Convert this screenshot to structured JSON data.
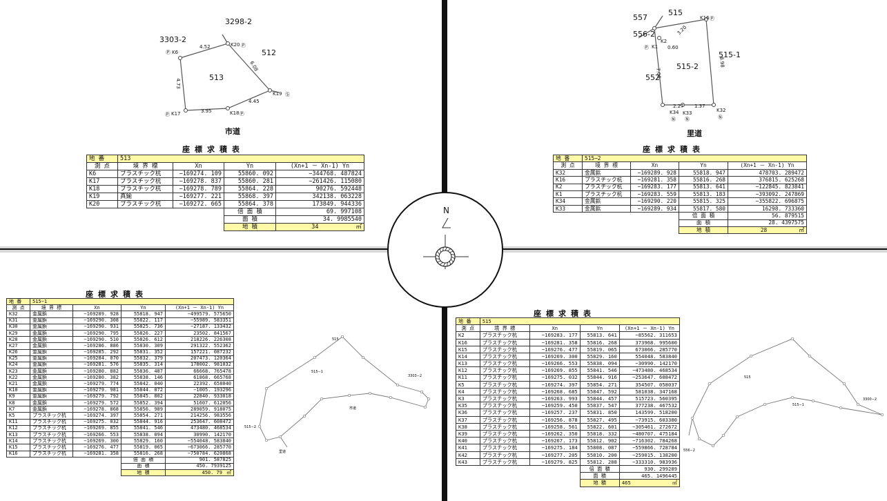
{
  "tl": {
    "labels": {
      "p3298": "3298-2",
      "p3303": "3303-2",
      "p512": "512",
      "p513": "513",
      "road": "市道"
    },
    "points": {
      "K6": "K6",
      "K20": "K20",
      "K19": "K19",
      "K18": "K18",
      "K17": "K17"
    },
    "marks": {
      "P": "Ⓟ",
      "S": "Ⓢ"
    },
    "dims": {
      "d1": "4.52",
      "d2": "6.08",
      "d3": "4.45",
      "d4": "3.95",
      "d5": "4.73"
    },
    "title": "座標求積表",
    "table": {
      "lot_label": "地 番",
      "lot": "513",
      "headers": [
        "測 点",
        "境 界 標",
        "Xn",
        "Yn",
        "(Xn+1 － Xn-1) Yn"
      ],
      "rows": [
        [
          "K6",
          "プラスチック杭",
          "−169274. 109",
          "55860. 092",
          "−344768. 487824"
        ],
        [
          "K17",
          "プラスチック杭",
          "−169278. 837",
          "55860. 281",
          "−261426. 115080"
        ],
        [
          "K18",
          "プラスチック杭",
          "−169278. 789",
          "55864. 228",
          "90276. 592448"
        ],
        [
          "K19",
          "真鍮",
          "−169277. 221",
          "55868. 397",
          "342138. 063228"
        ],
        [
          "K20",
          "プラスチック杭",
          "−169272. 665",
          "55864. 378",
          "173849. 944336"
        ]
      ],
      "double_label": "倍 面 積",
      "double": "69. 997108",
      "area_label": "面 積",
      "area": "34. 9985540",
      "chiseki_label": "地 積",
      "chiseki": "34",
      "unit": "㎡"
    }
  },
  "tr": {
    "labels": {
      "p557": "557",
      "p515": "515",
      "p556": "556-2",
      "p515_1": "515-1",
      "p515_2": "515-2",
      "p552": "552",
      "road": "里道"
    },
    "points": {
      "K16": "K16",
      "K2": "K2",
      "K1": "K1",
      "K34": "K34",
      "K33": "K33",
      "K32": "K32"
    },
    "marks": {
      "P": "Ⓟ",
      "N": "Ⓝ"
    },
    "dims": {
      "d1": "3.20",
      "d2": "0.60",
      "d3": "8.98",
      "d4": "7.00",
      "d5": "2.27",
      "d6": "1.37"
    },
    "title": "座標求積表",
    "table": {
      "lot_label": "地 番",
      "lot": "515−2",
      "headers": [
        "測 点",
        "境 界 標",
        "Xn",
        "Yn",
        "(Xn+1 － Xn-1) Yn"
      ],
      "rows": [
        [
          "K32",
          "金属鋲",
          "−169289. 928",
          "55818. 947",
          "478703. 289472"
        ],
        [
          "K16",
          "プラスチック杭",
          "−169281. 358",
          "55816. 268",
          "376815. 625268"
        ],
        [
          "K2",
          "プラスチック杭",
          "−169283. 177",
          "55813. 641",
          "−122845. 823841"
        ],
        [
          "K1",
          "プラスチック杭",
          "−169283. 559",
          "55813. 183",
          "−393092. 247869"
        ],
        [
          "K34",
          "金属鋲",
          "−169290. 220",
          "55815. 325",
          "−355822. 696875"
        ],
        [
          "K33",
          "金属鋲",
          "−169289. 934",
          "55817. 580",
          "16298. 733360"
        ]
      ],
      "double_label": "倍 面 積",
      "double": "56. 879515",
      "area_label": "面 積",
      "area": "28. 4397575",
      "chiseki_label": "地 積",
      "chiseki": "28",
      "unit": "㎡"
    }
  },
  "compass": {
    "north": "N"
  },
  "bl": {
    "title": "座標求積表",
    "table": {
      "lot_label": "地 番",
      "lot": "515−1",
      "headers": [
        "測 点",
        "境 界 標",
        "Xn",
        "Yn",
        "(Xn+1 － Xn-1) Yn"
      ],
      "rows": [
        [
          "K32",
          "金属鋲",
          "−169289. 928",
          "55818. 947",
          "−499579. 575650"
        ],
        [
          "K31",
          "金属鋲",
          "−169290. 308",
          "55822. 117",
          "−55989. 583351"
        ],
        [
          "K30",
          "金属鋲",
          "−169290. 931",
          "55825. 736",
          "−27187. 133432"
        ],
        [
          "K29",
          "金属鋲",
          "−169290. 795",
          "55826. 227",
          "23502. 841567"
        ],
        [
          "K28",
          "金属鋲",
          "−169290. 510",
          "55826. 612",
          "218226. 226308"
        ],
        [
          "K27",
          "金属鋲",
          "−169286. 886",
          "55830. 309",
          "291322. 552362"
        ],
        [
          "K26",
          "金属鋲",
          "−169285. 292",
          "55831. 352",
          "157221. 087232"
        ],
        [
          "K25",
          "金属鋲",
          "−169284. 070",
          "55832. 379",
          "207473. 120364"
        ],
        [
          "K24",
          "金属鋲",
          "−169281. 576",
          "55835. 314",
          "178002. 981032"
        ],
        [
          "K23",
          "金属鋲",
          "−169280. 882",
          "55836. 487",
          "66668. 765478"
        ],
        [
          "K22",
          "金属鋲",
          "−169280. 382",
          "55838. 146",
          "61868. 665768"
        ],
        [
          "K21",
          "金属鋲",
          "−169279. 774",
          "55842. 040",
          "22392. 658040"
        ],
        [
          "K10",
          "金属鋲",
          "−169279. 981",
          "55844. 072",
          "−1005. 193296"
        ],
        [
          "K9",
          "金属鋲",
          "−169279. 792",
          "55845. 802",
          "22840. 933018"
        ],
        [
          "K8",
          "金属鋲",
          "−169279. 572",
          "55852. 394",
          "51607. 612056"
        ],
        [
          "K7",
          "金属鋲",
          "−169278. 868",
          "55856. 989",
          "289059. 918075"
        ],
        [
          "K5",
          "プラスチック杭",
          "−169274. 397",
          "55854. 271",
          "214256. 983556"
        ],
        [
          "K11",
          "プラスチック杭",
          "−169275. 032",
          "55844. 916",
          "253647. 608472"
        ],
        [
          "K12",
          "プラスチック杭",
          "−169269. 855",
          "55841. 546",
          "473480. 468534"
        ],
        [
          "K13",
          "プラスチック杭",
          "−169266. 553",
          "55838. 094",
          "30990. 142170"
        ],
        [
          "K14",
          "プラスチック杭",
          "−169269. 300",
          "55829. 160",
          "−554048. 583840"
        ],
        [
          "K15",
          "プラスチック杭",
          "−169276. 477",
          "55819. 065",
          "−673066. 285770"
        ],
        [
          "K16",
          "プラスチック杭",
          "−169281. 358",
          "55816. 268",
          "−750784. 620868"
        ]
      ],
      "double_label": "倍 面 積",
      "double": "901. 587825",
      "area_label": "面 積",
      "area": "450. 7939125",
      "chiseki_label": "地 積",
      "chiseki": "450. 79",
      "unit": "㎡"
    },
    "sketch": {
      "lot": "515−1",
      "a": "515",
      "b": "3303−2",
      "road": "市道",
      "c": "515−2",
      "d": "里道"
    }
  },
  "br": {
    "title": "座標求積表",
    "table": {
      "lot_label": "地 番",
      "lot": "515",
      "headers": [
        "測 点",
        "境 界 標",
        "Xn",
        "Yn",
        "(Xn+1 － Xn-1) Yn"
      ],
      "rows": [
        [
          "K2",
          "プラスチック杭",
          "−169283. 177",
          "55813. 641",
          "−85562. 311653"
        ],
        [
          "K16",
          "プラスチック杭",
          "−169281. 358",
          "55816. 268",
          "373968. 995600"
        ],
        [
          "K15",
          "プラスチック杭",
          "−169276. 477",
          "55819. 065",
          "673066. 285770"
        ],
        [
          "K14",
          "プラスチック杭",
          "−169269. 300",
          "55829. 160",
          "554048. 583840"
        ],
        [
          "K13",
          "プラスチック杭",
          "−169266. 553",
          "55838. 094",
          "−30990. 142170"
        ],
        [
          "K12",
          "プラスチック杭",
          "−169269. 855",
          "55841. 546",
          "−473480. 468534"
        ],
        [
          "K11",
          "プラスチック杭",
          "−169275. 032",
          "55844. 916",
          "−253647. 608472"
        ],
        [
          "K5",
          "プラスチック杭",
          "−169274. 397",
          "55854. 271",
          "354507. 058037"
        ],
        [
          "K4",
          "プラスチック杭",
          "−169268. 685",
          "55847. 592",
          "581038. 347168"
        ],
        [
          "K3",
          "プラスチック杭",
          "−169263. 993",
          "55844. 457",
          "515723. 560395"
        ],
        [
          "K35",
          "プラスチック杭",
          "−169259. 450",
          "55837. 547",
          "377238. 467532"
        ],
        [
          "K36",
          "プラスチック杭",
          "−169257. 237",
          "55831. 850",
          "143599. 518200"
        ],
        [
          "K37",
          "プラスチック杭",
          "−169256. 878",
          "55827. 495",
          "−73915. 603380"
        ],
        [
          "K38",
          "プラスチック杭",
          "−169258. 561",
          "55822. 601",
          "−305461. 272672"
        ],
        [
          "K39",
          "プラスチック杭",
          "−169262. 350",
          "55818. 332",
          "−480707. 475184"
        ],
        [
          "K40",
          "プラスチック杭",
          "−169267. 173",
          "55812. 902",
          "−716302. 784268"
        ],
        [
          "K41",
          "プラスチック杭",
          "−169275. 184",
          "55808. 087",
          "−559866. 728784"
        ],
        [
          "K42",
          "プラスチック杭",
          "−169277. 205",
          "55810. 200",
          "−259015. 138200"
        ],
        [
          "K43",
          "プラスチック杭",
          "−169279. 825",
          "55812. 288",
          "−333310. 983936"
        ]
      ],
      "double_label": "倍 面 積",
      "double": "930. 299289",
      "area_label": "面 積",
      "area": "465. 1496445",
      "chiseki_label": "地 積",
      "chiseki": "465",
      "unit": "㎡"
    },
    "sketch": {
      "lot": "515",
      "a": "515−1",
      "b": "3300−2",
      "c": "556−2"
    }
  }
}
